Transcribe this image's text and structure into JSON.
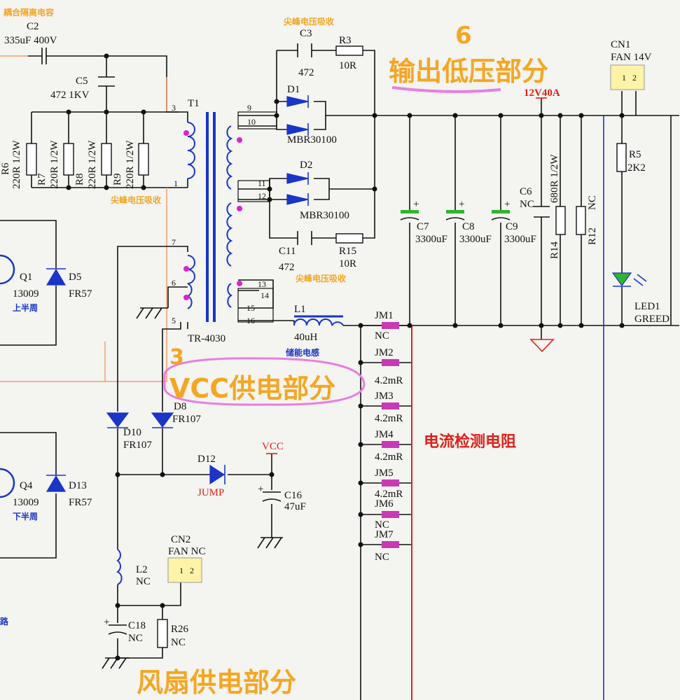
{
  "sections": {
    "output_low_voltage": {
      "number": "6",
      "title": "输出低压部分"
    },
    "vcc_supply": {
      "number": "3",
      "title": "VCC供电部分"
    },
    "fan_supply": {
      "title": "风扇供电部分"
    },
    "current_sense": {
      "title": "电流检测电阻"
    }
  },
  "annotations": {
    "coupling_cap": "耦合隔离电容",
    "spike_absorb_1": "尖峰电压吸收",
    "spike_absorb_2": "尖峰电压吸收",
    "spike_absorb_3": "尖峰电压吸收",
    "energy_inductor": "储能电感",
    "upper_half": "上半周",
    "lower_half": "下半周",
    "circuit_fragment": "路"
  },
  "components": {
    "C2": {
      "ref": "C2",
      "value": "335uF 400V"
    },
    "C5": {
      "ref": "C5",
      "value": "472 1KV"
    },
    "C3": {
      "ref": "C3",
      "value": "472"
    },
    "R3": {
      "ref": "R3",
      "value": "10R"
    },
    "R6": {
      "ref": "R6",
      "value": "220R 1/2W"
    },
    "R7": {
      "ref": "R7",
      "value": "220R 1/2W"
    },
    "R8": {
      "ref": "R8",
      "value": "220R 1/2W"
    },
    "R9": {
      "ref": "R9",
      "value": "220R 1/2W"
    },
    "T1": {
      "ref": "T1",
      "value": "TR-4030"
    },
    "D1": {
      "ref": "D1",
      "value": "MBR30100"
    },
    "D2": {
      "ref": "D2",
      "value": "MBR30100"
    },
    "C11": {
      "ref": "C11",
      "value": "472"
    },
    "R15": {
      "ref": "R15",
      "value": "10R"
    },
    "L1": {
      "ref": "L1",
      "value": "40uH"
    },
    "Q1": {
      "ref": "Q1",
      "value": "13009"
    },
    "D5": {
      "ref": "D5",
      "value": "FR57"
    },
    "Q4": {
      "ref": "Q4",
      "value": "13009"
    },
    "D13": {
      "ref": "D13",
      "value": "FR57"
    },
    "D10": {
      "ref": "D10",
      "value": "FR107"
    },
    "D8": {
      "ref": "D8",
      "value": "FR107"
    },
    "D12": {
      "ref": "D12",
      "value": "JUMP"
    },
    "C16": {
      "ref": "C16",
      "value": "47uF"
    },
    "L2": {
      "ref": "L2",
      "value": "NC"
    },
    "C18": {
      "ref": "C18",
      "value": "NC"
    },
    "R26": {
      "ref": "R26",
      "value": "NC"
    },
    "CN2": {
      "ref": "CN2",
      "value": "FAN NC"
    },
    "CN1": {
      "ref": "CN1",
      "value": "FAN 14V"
    },
    "C7": {
      "ref": "C7",
      "value": "3300uF"
    },
    "C8": {
      "ref": "C8",
      "value": "3300uF"
    },
    "C9": {
      "ref": "C9",
      "value": "3300uF"
    },
    "C6": {
      "ref": "C6",
      "value": "NC"
    },
    "R14": {
      "ref": "R14",
      "value": "680R 1/2W"
    },
    "R12": {
      "ref": "R12",
      "value": "NC"
    },
    "R5": {
      "ref": "R5",
      "value": "2K2"
    },
    "LED1": {
      "ref": "LED1",
      "value": "GREED"
    },
    "JM1": {
      "ref": "JM1",
      "value": "NC"
    },
    "JM2": {
      "ref": "JM2",
      "value": "4.2mR"
    },
    "JM3": {
      "ref": "JM3",
      "value": "4.2mR"
    },
    "JM4": {
      "ref": "JM4",
      "value": "4.2mR"
    },
    "JM5": {
      "ref": "JM5",
      "value": "4.2mR"
    },
    "JM6": {
      "ref": "JM6",
      "value": "NC"
    },
    "JM7": {
      "ref": "JM7",
      "value": "NC"
    }
  },
  "net_labels": {
    "out12v": "12V40A",
    "vcc": "VCC"
  },
  "pins": {
    "p1": "1",
    "p3": "3",
    "p5": "5",
    "p6": "6",
    "p7": "7",
    "p9": "9",
    "p10": "10",
    "p11": "11",
    "p12": "12",
    "p13": "13",
    "p14": "14",
    "p15": "15",
    "p16": "16",
    "cn_a": "1",
    "cn_b": "2",
    "cn2_a": "1",
    "cn2_b": "2"
  },
  "colors": {
    "wire": "#111111",
    "blue": "#1a35c8",
    "orange": "#f5a623",
    "red": "#e0201a",
    "magenta": "#c83ab4",
    "green": "#2fb52f"
  }
}
